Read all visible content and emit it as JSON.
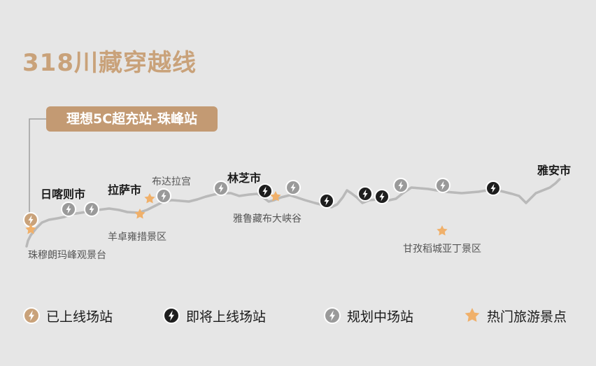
{
  "title": "318川藏穿越线",
  "featured_station": "理想5C超充站-珠峰站",
  "cities": {
    "rikaze": "日喀则市",
    "lasa": "拉萨市",
    "linzhi": "林芝市",
    "yaan": "雅安市"
  },
  "scenic_spots": {
    "zhufeng": "珠穆朗玛峰观景台",
    "yangzhuoyongcuo": "羊卓雍措景区",
    "budalagong": "布达拉宫",
    "yaluzangbu": "雅鲁藏布大峡谷",
    "daocheng": "甘孜稻城亚丁景区"
  },
  "legend": {
    "online": "已上线场站",
    "coming_soon": "即将上线场站",
    "planned": "规划中场站",
    "scenic": "热门旅游景点"
  },
  "colors": {
    "background": "#e6e6e6",
    "accent": "#c39a73",
    "route": "#b9b9b9",
    "online_station": "#c9a27a",
    "coming_station": "#1e1e1e",
    "planned_station": "#9a9a9a",
    "scenic_star": "#f0b06a"
  },
  "icons": {
    "station": "lightning-bolt-icon",
    "scenic": "star-icon"
  }
}
